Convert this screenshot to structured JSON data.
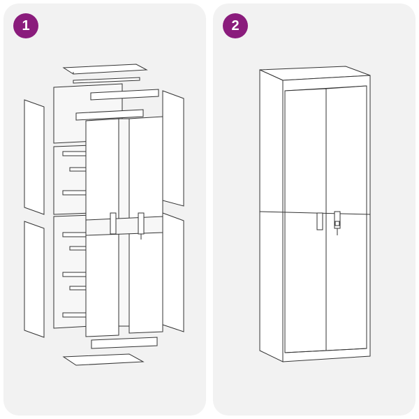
{
  "steps": [
    {
      "number": "1",
      "caption": "Exploded view of cabinet parts: top panel, rails, back panels, shelves, side panels, two doors with lock/handle, plinth, bottom panel"
    },
    {
      "number": "2",
      "caption": "Assembled two-door cabinet with handle and key lock"
    }
  ],
  "colors": {
    "badge": "#8a1c7c",
    "panel_bg": "#f2f2f2",
    "line": "#333333"
  }
}
